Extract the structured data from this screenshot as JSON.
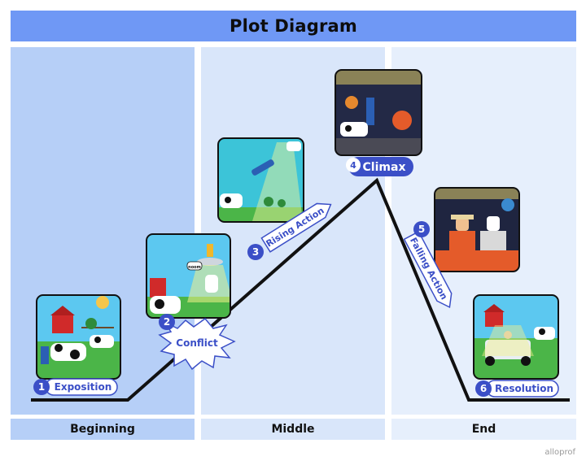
{
  "title": "Plot Diagram",
  "sections": {
    "beginning": "Beginning",
    "middle": "Middle",
    "end": "End"
  },
  "stages": [
    {
      "number": "1",
      "label": "Exposition"
    },
    {
      "number": "2",
      "label": "Conflict"
    },
    {
      "number": "3",
      "label": "Rising Action"
    },
    {
      "number": "4",
      "label": "Climax"
    },
    {
      "number": "5",
      "label": "Falling Action"
    },
    {
      "number": "6",
      "label": "Resolution"
    }
  ],
  "speech_bubble": "noom",
  "watermark": "alloprof",
  "colors": {
    "header": "#6f98f5",
    "badge": "#3b4fc7",
    "label_text": "#3b4fc7",
    "label_border": "#3b4fc7",
    "plot_line": "#111111"
  }
}
